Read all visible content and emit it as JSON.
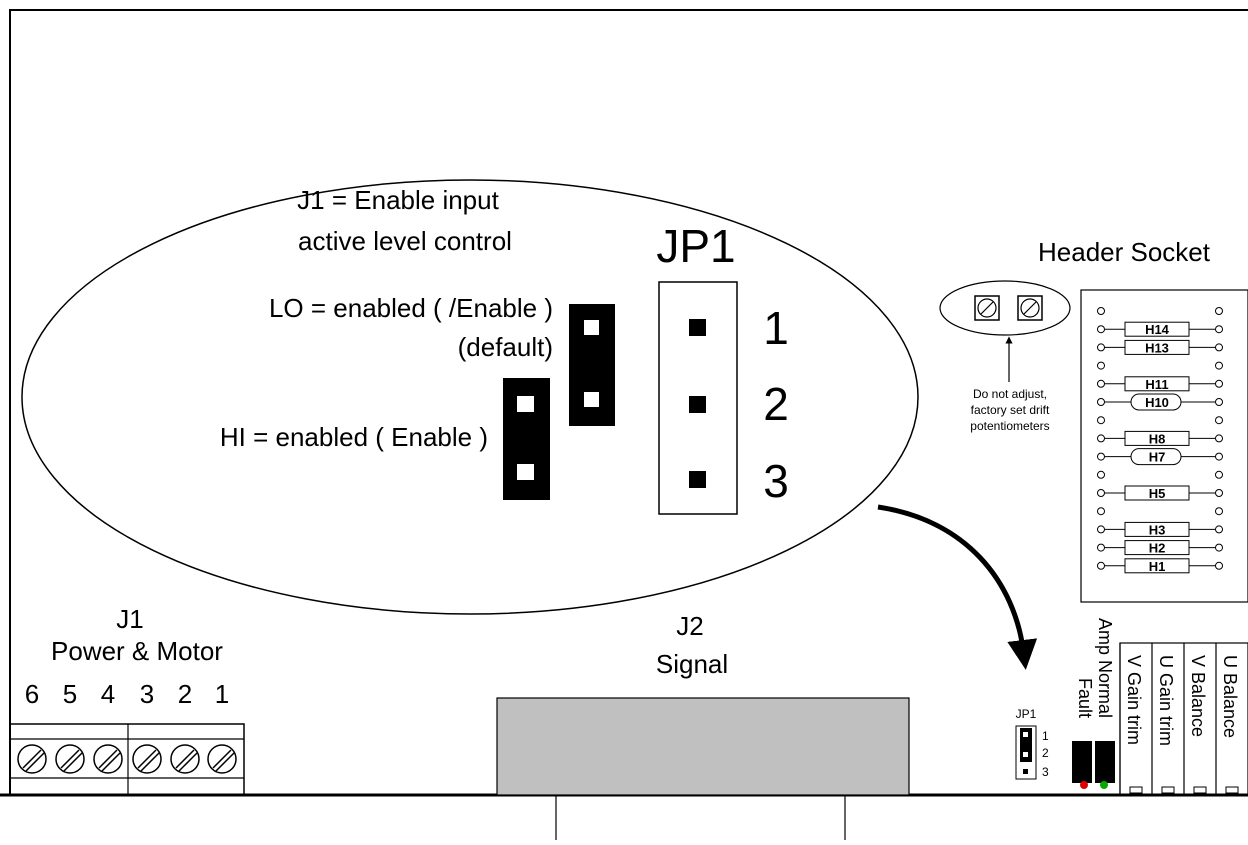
{
  "callout": {
    "title_line1": "J1 = Enable input",
    "title_line2": "active level control",
    "lo_line1": "LO = enabled ( /Enable )",
    "lo_line2": "(default)",
    "hi_line": "HI = enabled ( Enable )",
    "jp1_label": "JP1",
    "pins": [
      "1",
      "2",
      "3"
    ]
  },
  "header_socket": {
    "title": "Header Socket",
    "rows": [
      {
        "label": "",
        "shape": "none"
      },
      {
        "label": "H14",
        "shape": "rect"
      },
      {
        "label": "H13",
        "shape": "rect"
      },
      {
        "label": "",
        "shape": "none"
      },
      {
        "label": "H11",
        "shape": "rect"
      },
      {
        "label": "H10",
        "shape": "oval"
      },
      {
        "label": "",
        "shape": "none"
      },
      {
        "label": "H8",
        "shape": "rect"
      },
      {
        "label": "H7",
        "shape": "oval"
      },
      {
        "label": "",
        "shape": "none"
      },
      {
        "label": "H5",
        "shape": "rect"
      },
      {
        "label": "",
        "shape": "none"
      },
      {
        "label": "H3",
        "shape": "rect"
      },
      {
        "label": "H2",
        "shape": "rect"
      },
      {
        "label": "H1",
        "shape": "rect"
      }
    ]
  },
  "drift_pots": {
    "note_line1": "Do not adjust,",
    "note_line2": "factory set drift",
    "note_line3": "potentiometers"
  },
  "j1": {
    "label": "J1",
    "sublabel": "Power & Motor",
    "pins": [
      "6",
      "5",
      "4",
      "3",
      "2",
      "1"
    ]
  },
  "j2": {
    "label": "J2",
    "sublabel": "Signal"
  },
  "small_jp1": {
    "label": "JP1",
    "pins": [
      "1",
      "2",
      "3"
    ]
  },
  "indicators": {
    "fault": "Fault",
    "amp_normal": "Amp Normal",
    "fault_color": "#dd0000",
    "normal_color": "#00aa00"
  },
  "trims": [
    "V Gain trim",
    "U Gain trim",
    "V Balance",
    "U Balance"
  ]
}
